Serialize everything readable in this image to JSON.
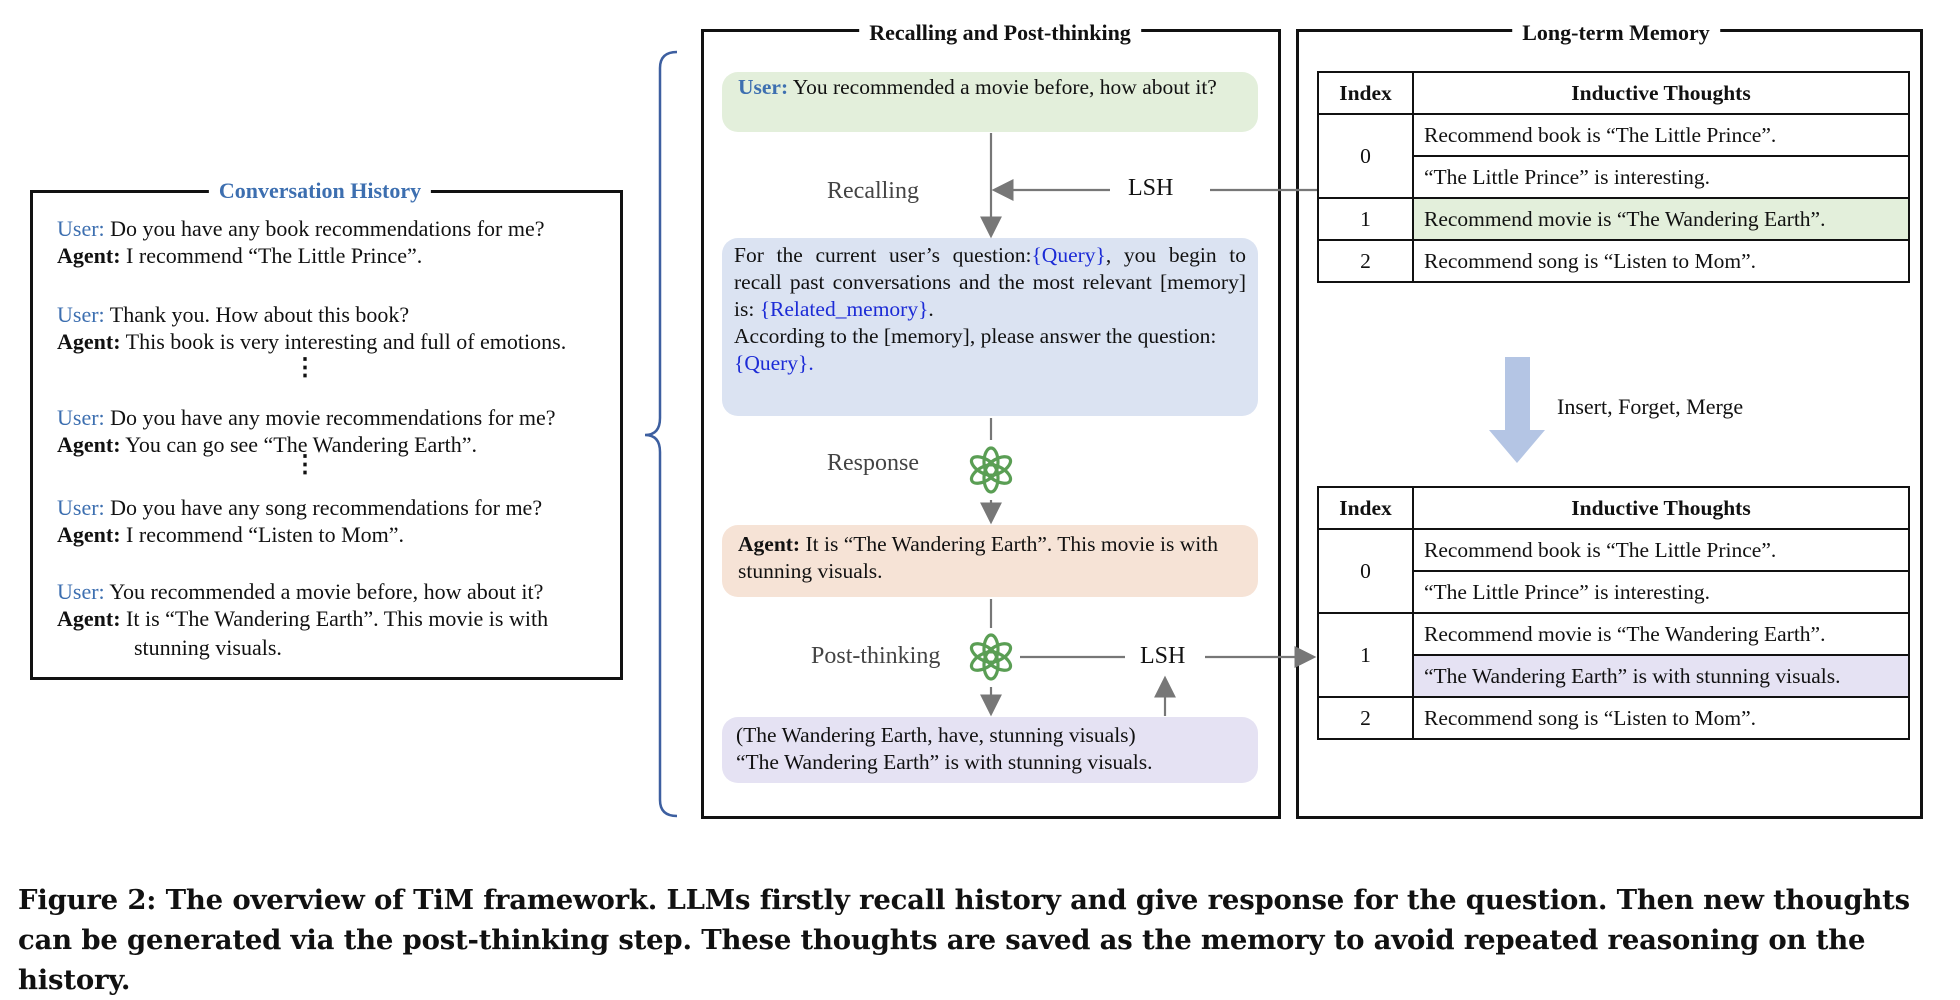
{
  "conversation": {
    "title": "Conversation History",
    "turns": [
      {
        "user_label": "User:",
        "user_text": "Do you have any book recommendations for me?",
        "agent_label": "Agent:",
        "agent_text": "I recommend “The Little Prince”."
      },
      {
        "user_label": "User:",
        "user_text": "Thank you. How about this book?",
        "agent_label": "Agent:",
        "agent_text": "This book is very interesting and full of emotions."
      },
      {
        "user_label": "User:",
        "user_text": "Do you have any movie recommendations for me?",
        "agent_label": "Agent:",
        "agent_text": "You can go see “The Wandering Earth”."
      },
      {
        "user_label": "User:",
        "user_text": "Do you have any song recommendations for me?",
        "agent_label": "Agent:",
        "agent_text": "I recommend “Listen to Mom”."
      },
      {
        "user_label": "User:",
        "user_text": "You recommended a movie before, how about it?",
        "agent_label": "Agent:",
        "agent_text": "It is “The Wandering Earth”. This movie is with",
        "agent_text_cont": "stunning visuals."
      }
    ],
    "ellipsis": "⋮"
  },
  "recall": {
    "title": "Recalling and Post-thinking",
    "user_label": "User:",
    "user_text": "You recommended a movie before, how about it?",
    "recalling_label": "Recalling",
    "lsh_label": "LSH",
    "prompt_part1": "For the current user’s question:",
    "prompt_query1": "{Query}",
    "prompt_part2": ", you begin to recall past conversations and the most relevant [memory] is: ",
    "prompt_related": "{Related_memory}",
    "prompt_part3": ".",
    "prompt_part4": "According to the [memory], please answer the question:",
    "prompt_query2": "{Query}",
    "prompt_part5": ".",
    "response_label": "Response",
    "agent_label": "Agent:",
    "agent_text": "It is “The Wandering Earth”. This movie is with stunning visuals.",
    "postthinking_label": "Post-thinking",
    "lsh_label2": "LSH",
    "thought_line1": "(The Wandering Earth, have, stunning visuals)",
    "thought_line2": "“The Wandering Earth” is with stunning visuals."
  },
  "memory": {
    "title": "Long-term Memory",
    "col_index": "Index",
    "col_thoughts": "Inductive Thoughts",
    "before": {
      "idx0": "0",
      "t0a": "Recommend book is “The Little Prince”.",
      "t0b": "“The Little Prince” is interesting.",
      "idx1": "1",
      "t1a": "Recommend movie is “The Wandering Earth”.",
      "idx2": "2",
      "t2a": "Recommend song is “Listen to Mom”."
    },
    "ops_label": "Insert, Forget, Merge",
    "after": {
      "idx0": "0",
      "t0a": "Recommend book is “The Little Prince”.",
      "t0b": "“The Little Prince” is interesting.",
      "idx1": "1",
      "t1a": "Recommend movie is “The Wandering Earth”.",
      "t1b": "“The Wandering Earth” is with stunning visuals.",
      "idx2": "2",
      "t2a": "Recommend song is “Listen to Mom”."
    }
  },
  "caption": {
    "line1": "Figure 2: The overview of TiM framework. LLMs firstly recall history and give response for the question. Then new thoughts",
    "line2": "can be generated via the post-thinking step. These thoughts are saved as the memory to avoid repeated reasoning on the history."
  },
  "colors": {
    "user_bubble": "#e3efdb",
    "prompt_bubble": "#dbe3f2",
    "agent_bubble": "#f6e3d6",
    "thought_bubble": "#e5e2f3",
    "highlight_green": "#e3efdb",
    "highlight_purple": "#e5e2f3",
    "user_blue": "#3d6fb0",
    "query_blue": "#1c2bd6",
    "gpt_green": "#5a9e54",
    "arrow_blue": "#b4c5e4"
  },
  "icons": [
    "openai-logo-icon",
    "down-arrow-icon",
    "left-brace-icon"
  ]
}
